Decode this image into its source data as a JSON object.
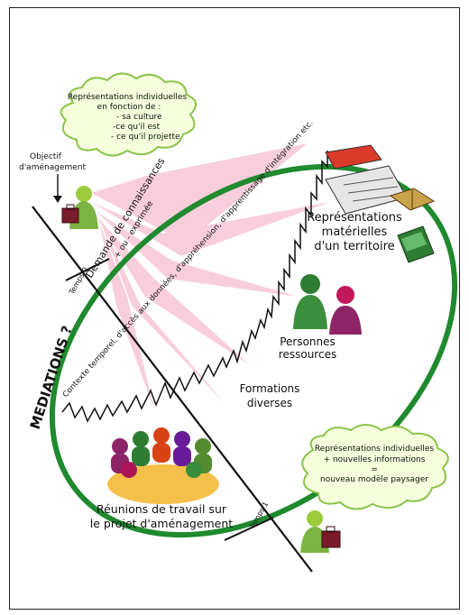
{
  "cloud_top": {
    "lines": [
      "Représentations individuelles",
      "en fonction de :",
      "- sa culture",
      "-ce qu'il est",
      "- ce qu'il projette"
    ]
  },
  "objectif_label": [
    "Objectif",
    "d'aménagement"
  ],
  "demande_label": [
    "Demande de connaissances",
    "+ ou - exprimée"
  ],
  "temps0": "Temps 0",
  "temps1": "Temps 1",
  "mediations": "MEDIATIONS ?",
  "zigzag_label": "Contexte temporel, d'accès aux données, d'appréhension, d'apprentissage d'intégration etc.",
  "representations_materielles": [
    "Représentations",
    "matérielles",
    "d'un territoire"
  ],
  "personnes_ressources": [
    "Personnes",
    "ressources"
  ],
  "formations": [
    "Formations",
    "diverses"
  ],
  "reunions": [
    "Réunions de travail sur",
    "le projet d'aménagement"
  ],
  "cloud_bottom": {
    "lines": [
      "Représentations individuelles",
      "+ nouvelles informations",
      "=",
      "nouveau modèle paysager"
    ]
  },
  "colors": {
    "ellipse": "#1f8a2e",
    "cloud_fill": "#f5ffdc",
    "cloud_stroke": "#8bc34a",
    "rays": "#f7c6d6"
  }
}
